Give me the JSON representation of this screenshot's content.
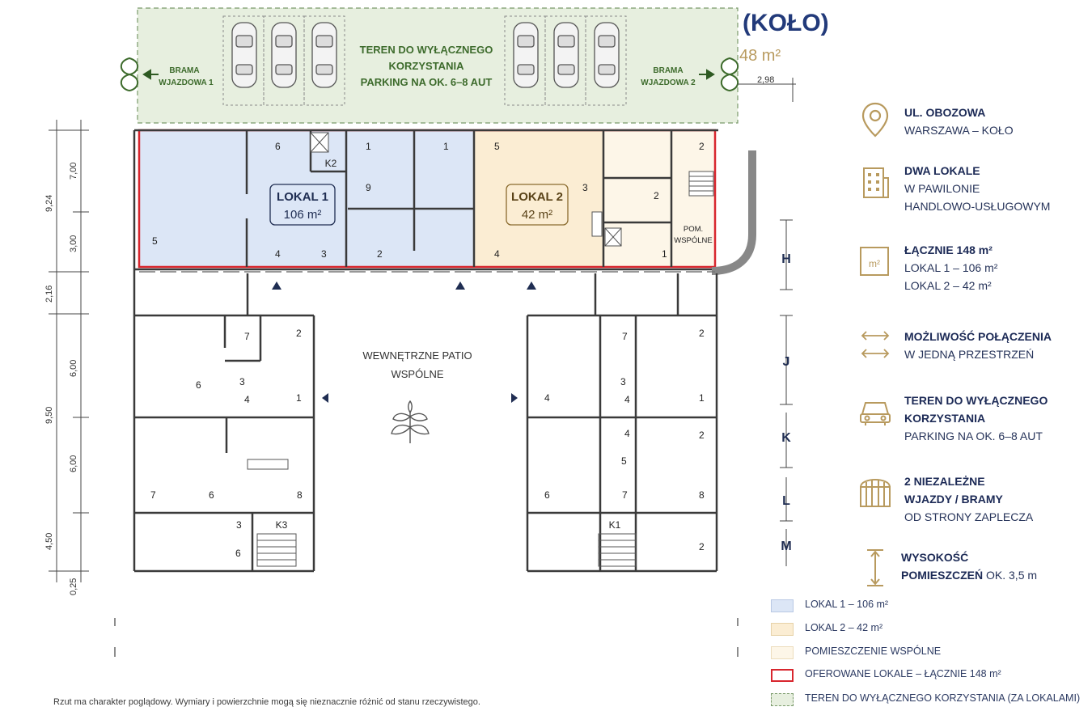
{
  "header": {
    "title": "(KOŁO)",
    "area_partial": "48 m²",
    "dim_right": "2,98"
  },
  "parking": {
    "line1": "TEREN DO WYŁĄCZNEGO",
    "line2": "KORZYSTANIA",
    "line3": "PARKING NA OK. 6–8 AUT",
    "gate1_a": "BRAMA",
    "gate1_b": "WJAZDOWA 1",
    "gate2_a": "BRAMA",
    "gate2_b": "WJAZDOWA 2"
  },
  "units": {
    "lokal1_name": "LOKAL 1",
    "lokal1_area": "106 m²",
    "lokal2_name": "LOKAL 2",
    "lokal2_area": "42 m²",
    "k2": "K2",
    "k3": "K3",
    "k1": "K1",
    "pom_a": "POM.",
    "pom_b": "WSPÓLNE"
  },
  "patio": {
    "line1": "WEWNĘTRZNE PATIO",
    "line2": "WSPÓLNE"
  },
  "dims_left": [
    "7,00",
    "3,00",
    "9,24",
    "2,16",
    "6,00",
    "9,50",
    "6,00",
    "4,50",
    "0,25"
  ],
  "sections": [
    "H",
    "J",
    "K",
    "L",
    "M"
  ],
  "room_numbers": {
    "top": [
      "5",
      "6",
      "1",
      "1",
      "9",
      "4",
      "3",
      "2",
      "5",
      "3",
      "4",
      "2",
      "2",
      "1"
    ],
    "left": [
      "7",
      "2",
      "6",
      "3",
      "4",
      "1",
      "7",
      "6",
      "8",
      "3",
      "6"
    ],
    "right": [
      "7",
      "2",
      "3",
      "4",
      "4",
      "1",
      "4",
      "2",
      "5",
      "7",
      "6",
      "8",
      "2"
    ]
  },
  "info": [
    {
      "icon": "location-pin-icon",
      "title": "UL. OBOZOWA",
      "lines": [
        "WARSZAWA – KOŁO"
      ]
    },
    {
      "icon": "building-icon",
      "title": "DWA LOKALE",
      "lines": [
        "W PAWILONIE",
        "HANDLOWO-USŁUGOWYM"
      ]
    },
    {
      "icon": "area-m2-icon",
      "title": "ŁĄCZNIE 148 m²",
      "lines": [
        "LOKAL 1 – 106 m²",
        "LOKAL 2 – 42 m²"
      ],
      "icon_text": "m²"
    },
    {
      "icon": "double-arrow-icon",
      "title": "MOŻLIWOŚĆ POŁĄCZENIA",
      "lines": [
        "W JEDNĄ PRZESTRZEŃ"
      ]
    },
    {
      "icon": "car-icon",
      "title": "TEREN DO WYŁĄCZNEGO",
      "title2": "KORZYSTANIA",
      "lines": [
        "PARKING NA OK. 6–8 AUT"
      ]
    },
    {
      "icon": "gate-icon",
      "title": "2 NIEZALEŻNE",
      "title2": "WJAZDY / BRAMY",
      "lines": [
        "OD STRONY ZAPLECZA"
      ]
    },
    {
      "icon": "height-arrow-icon",
      "title": "WYSOKOŚĆ",
      "title2": "POMIESZCZEŃ",
      "title2_suffix": " OK. 3,5 m"
    }
  ],
  "legend": [
    {
      "label": "LOKAL 1 – 106 m²",
      "color": "#dce6f6"
    },
    {
      "label": "LOKAL 2 – 42 m²",
      "color": "#fbedd3"
    },
    {
      "label": "POMIESZCZENIE WSPÓLNE",
      "color": "#fdf6e8"
    },
    {
      "label": "OFEROWANE LOKALE – ŁĄCZNIE 148 m²",
      "color": "#d8262e"
    },
    {
      "label": "TEREN DO WYŁĄCZNEGO KORZYSTANIA (ZA LOKALAMI)",
      "color": "#e7efdf"
    }
  ],
  "note": "Rzut ma charakter poglądowy. Wymiary i powierzchnie mogą się nieznacznie różnić od stanu rzeczywistego.",
  "colors": {
    "lokal1": "#dce6f6",
    "lokal2": "#fbedd3",
    "common": "#fdf6e8",
    "parking": "#e7efdf",
    "parking_text": "#3d6b2c",
    "red": "#d8262e",
    "wall": "#3a3a3a",
    "navy": "#1f2d52",
    "gold": "#b89a5e"
  }
}
